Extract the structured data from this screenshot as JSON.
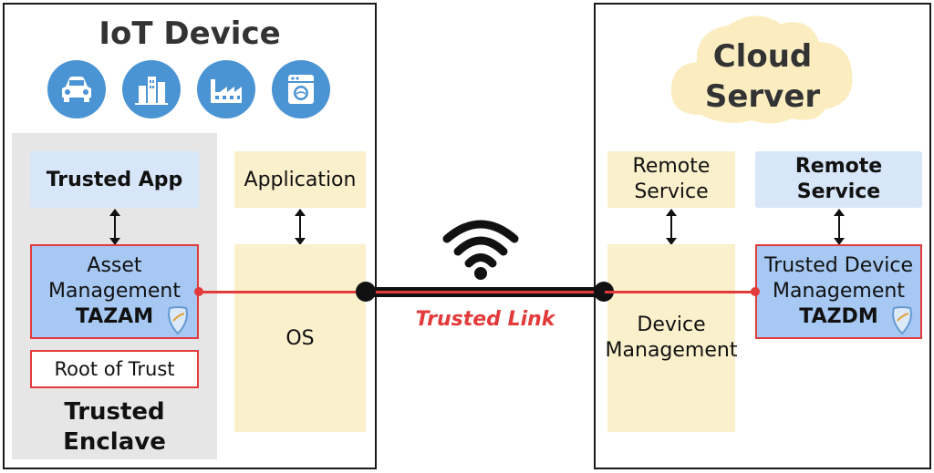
{
  "iot": {
    "title": "IoT Device",
    "icons": [
      "car-icon",
      "buildings-icon",
      "factory-icon",
      "washing-machine-icon"
    ],
    "trusted_app": "Trusted App",
    "asset_mgmt_line1": "Asset",
    "asset_mgmt_line2": "Management",
    "asset_mgmt_name": "TAZAM",
    "root_of_trust": "Root of Trust",
    "enclave_line1": "Trusted",
    "enclave_line2": "Enclave",
    "application": "Application",
    "os": "OS"
  },
  "link": {
    "label": "Trusted Link",
    "icon": "wifi-icon"
  },
  "cloud": {
    "title_line1": "Cloud",
    "title_line2": "Server",
    "remote_service_line1": "Remote",
    "remote_service_line2": "Service",
    "device_mgmt_line1": "Device",
    "device_mgmt_line2": "Management",
    "remote_service_bold_line1": "Remote",
    "remote_service_bold_line2": "Service",
    "tdm_line1": "Trusted Device",
    "tdm_line2": "Management",
    "tdm_name": "TAZDM"
  },
  "colors": {
    "accent_red": "#e33b3b",
    "icon_blue": "#4b94d3",
    "cream": "#fbf0cc",
    "light_blue": "#d7e6f9",
    "mid_blue": "#a6c8f2",
    "cloud_yellow": "#fbedc0"
  }
}
